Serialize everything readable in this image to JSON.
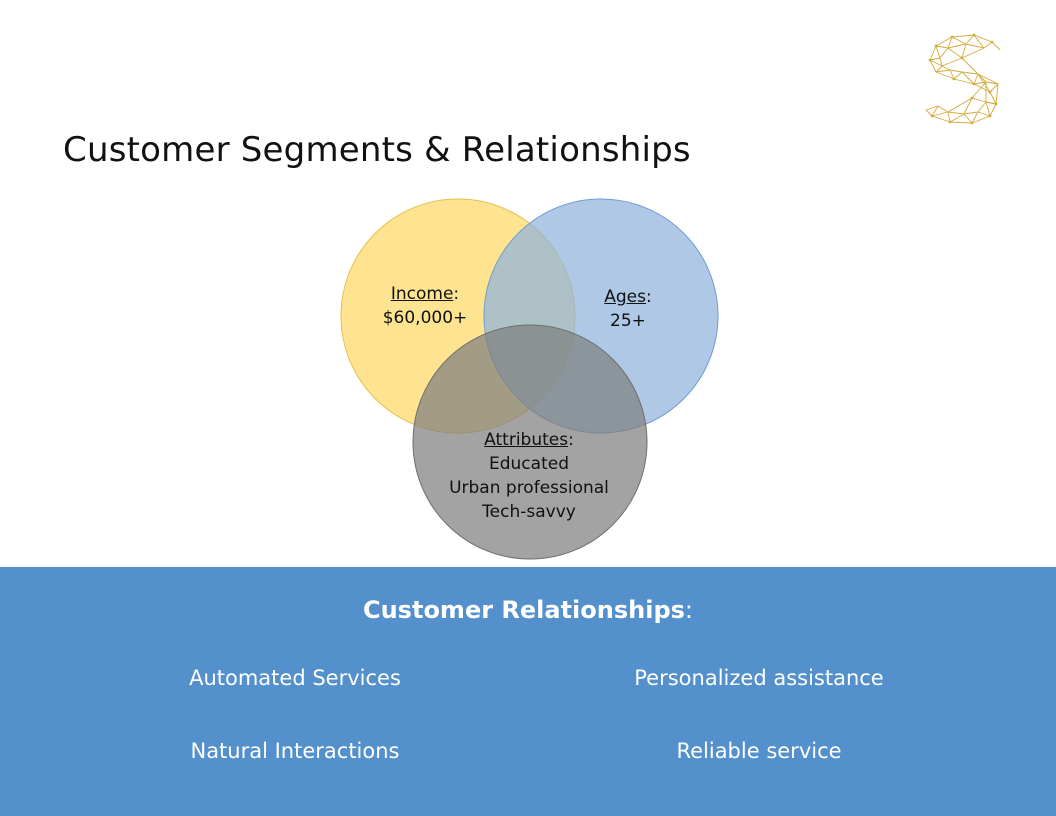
{
  "title": "Customer Segments & Relationships",
  "logo": {
    "icon": "gold-s-polygon-logo",
    "color": "#d4aa3c"
  },
  "venn": {
    "income": {
      "heading": "Income",
      "sep": ":",
      "value": "$60,000+",
      "color": "#fed966"
    },
    "ages": {
      "heading": "Ages",
      "sep": ":",
      "value": "25+",
      "color": "#8fb3dd"
    },
    "attributes": {
      "heading": "Attributes",
      "sep": ":",
      "items": [
        "Educated",
        "Urban professional",
        "Tech-savvy"
      ],
      "color": "#7f7f7f"
    }
  },
  "relationships": {
    "heading": "Customer Relationships",
    "sep": ":",
    "background": "#5390cc",
    "items": [
      "Automated Services",
      "Personalized assistance",
      "Natural Interactions",
      "Reliable service"
    ]
  }
}
